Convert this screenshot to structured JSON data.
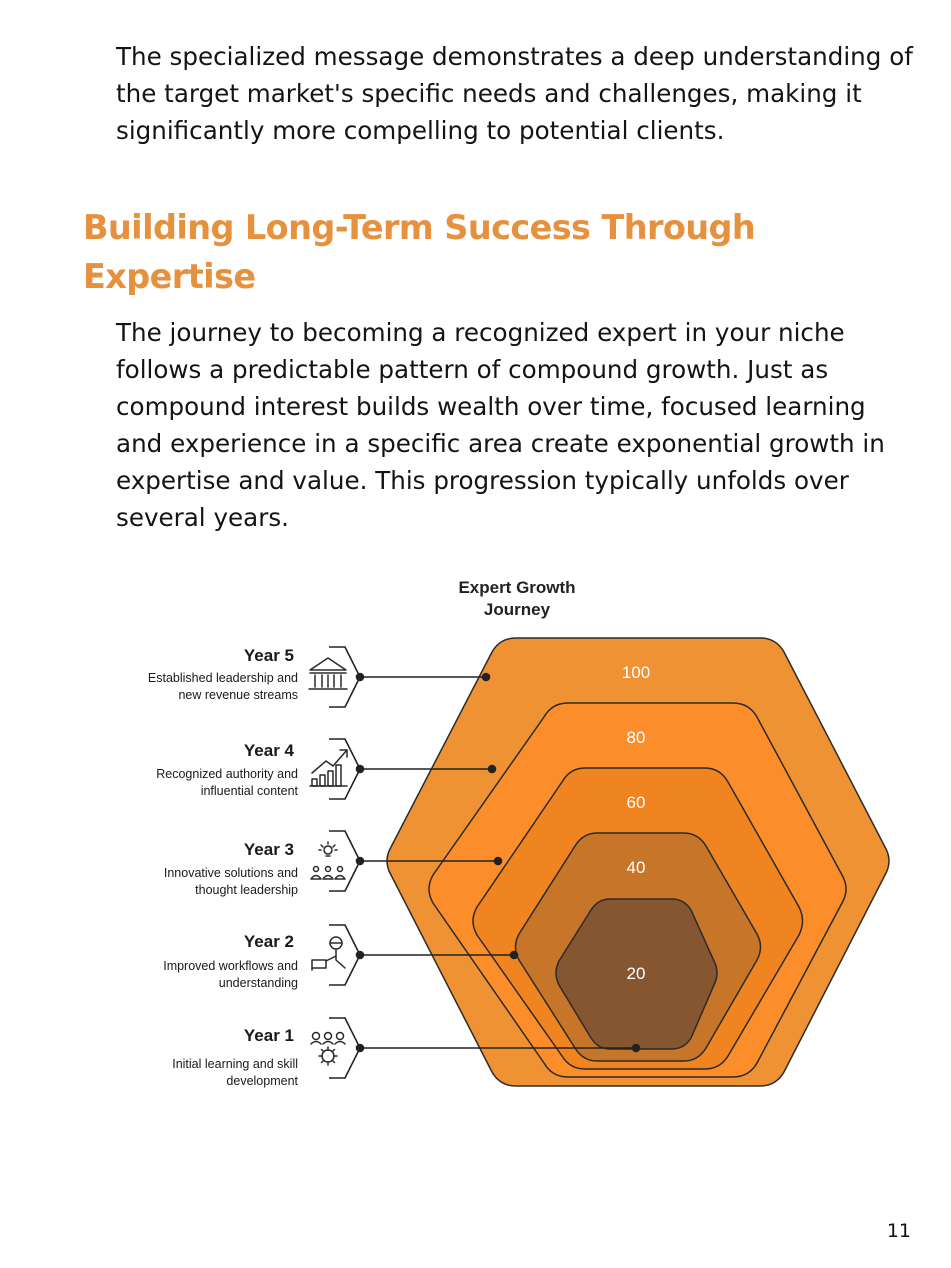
{
  "intro_paragraph": "The specialized message demonstrates a deep understanding of the target market's specific needs and challenges, making it significantly more compelling to potential clients.",
  "section": {
    "heading": "Building Long-Term Success Through Expertise",
    "paragraph": "The journey to becoming a recognized expert in your niche follows a predictable pattern of compound growth. Just as compound interest builds wealth over time, focused learning and experience in a specific area create exponential growth in expertise and value. This progression typically unfolds over several years."
  },
  "diagram": {
    "title_line1": "Expert Growth",
    "title_line2": "Journey",
    "levels": [
      {
        "value": "100",
        "color": "#ef9234"
      },
      {
        "value": "80",
        "color": "#fb8d2b"
      },
      {
        "value": "60",
        "color": "#ef8420"
      },
      {
        "value": "40",
        "color": "#c77528"
      },
      {
        "value": "20",
        "color": "#865631"
      }
    ],
    "steps": [
      {
        "year": "Year 5",
        "desc1": "Established leadership and",
        "desc2": "new revenue streams",
        "icon": "bank-icon"
      },
      {
        "year": "Year 4",
        "desc1": "Recognized authority and",
        "desc2": "influential content",
        "icon": "growth-chart-icon"
      },
      {
        "year": "Year 3",
        "desc1": "Innovative solutions and",
        "desc2": "thought leadership",
        "icon": "idea-team-icon"
      },
      {
        "year": "Year 2",
        "desc1": "Improved workflows and",
        "desc2": "understanding",
        "icon": "presenter-icon"
      },
      {
        "year": "Year 1",
        "desc1": "Initial learning and skill",
        "desc2": "development",
        "icon": "team-gear-icon"
      }
    ]
  },
  "page_number": "11"
}
